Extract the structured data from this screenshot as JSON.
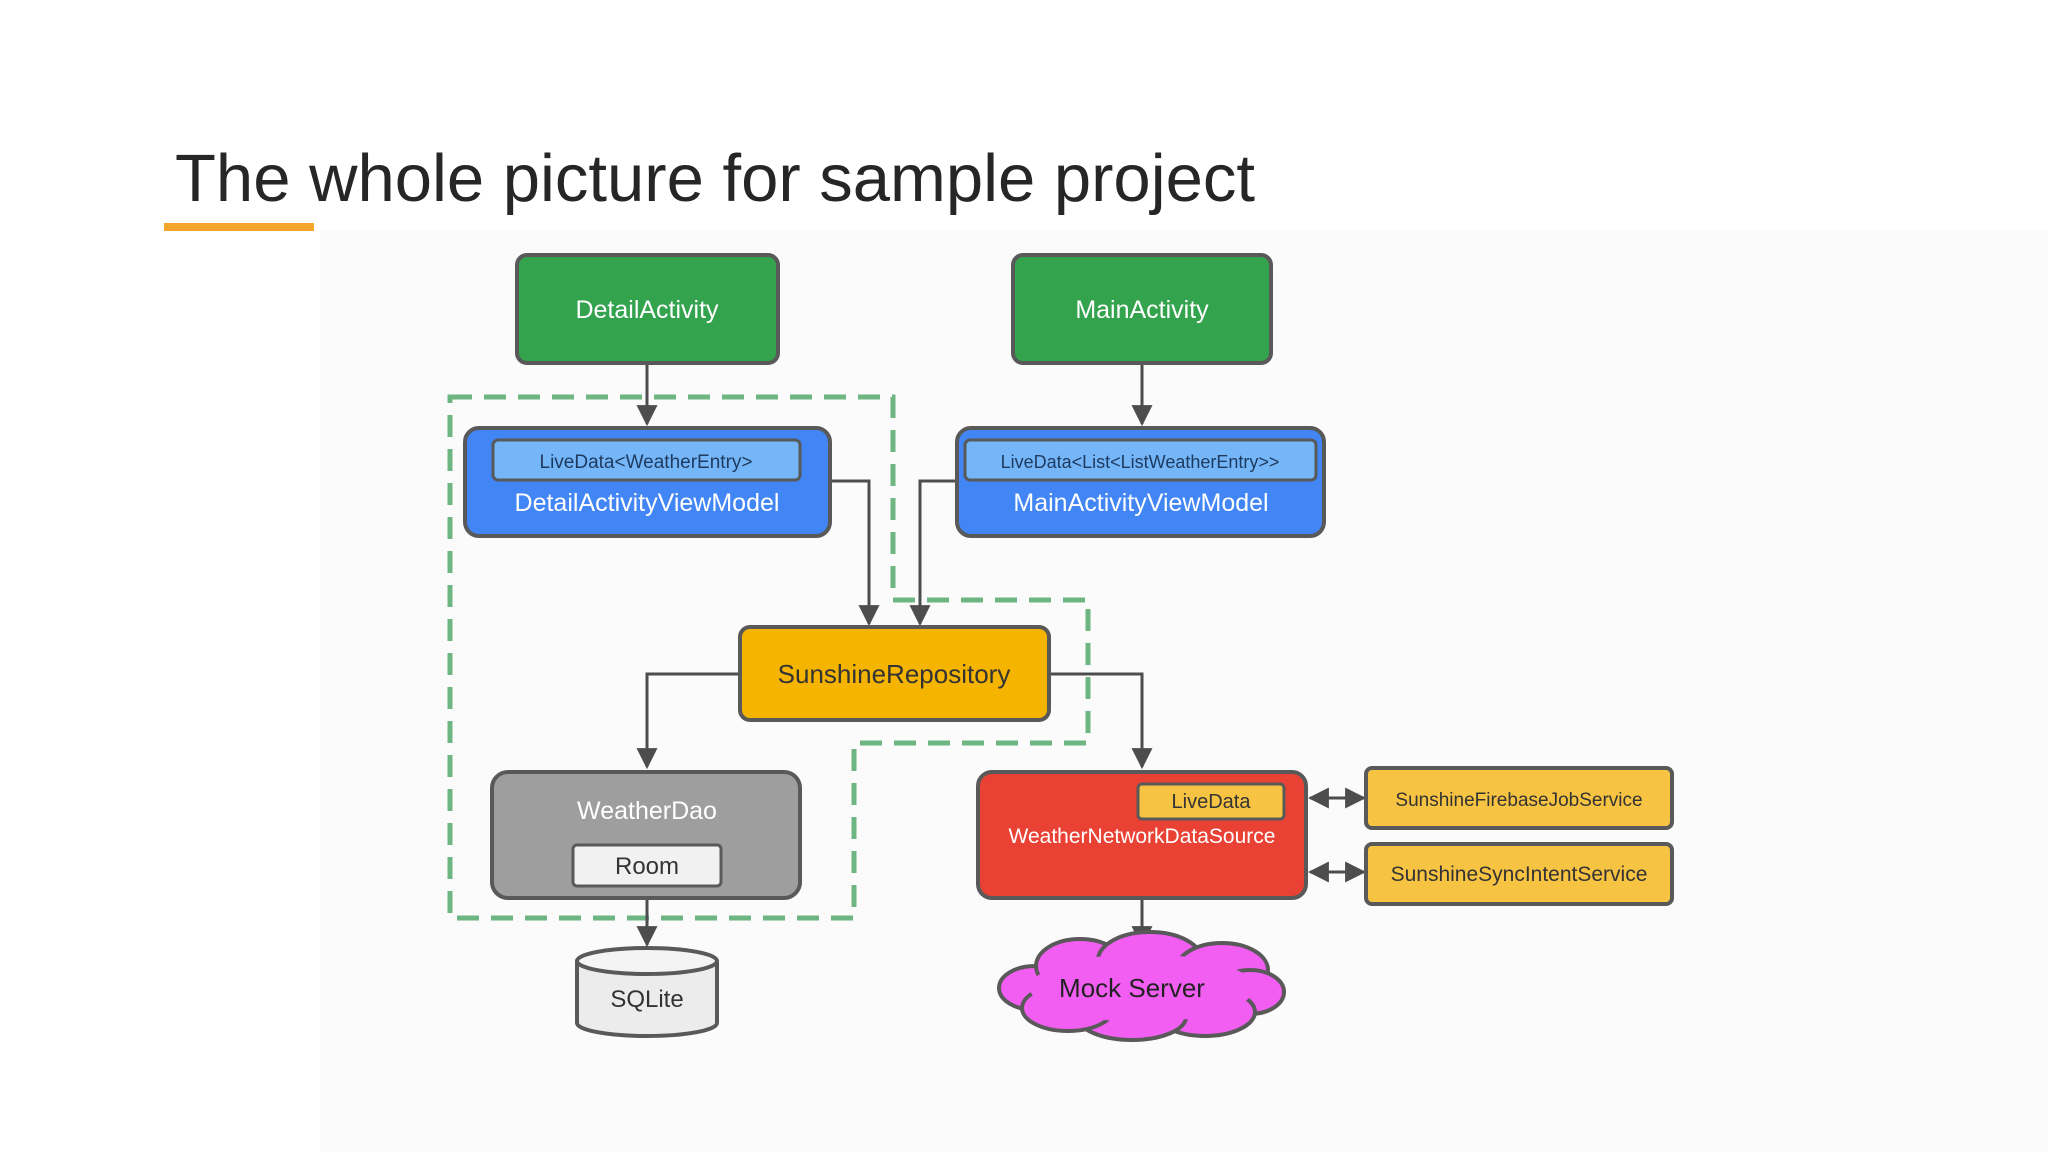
{
  "slide": {
    "title": "The whole picture for sample project",
    "accent_color": "#f4a62a"
  },
  "nodes": {
    "detail_activity": "DetailActivity",
    "main_activity": "MainActivity",
    "detail_livedata": "LiveData<WeatherEntry>",
    "detail_viewmodel": "DetailActivityViewModel",
    "main_livedata": "LiveData<List<ListWeatherEntry>>",
    "main_viewmodel": "MainActivityViewModel",
    "repository": "SunshineRepository",
    "weather_dao": "WeatherDao",
    "room": "Room",
    "sqlite": "SQLite",
    "network_livedata": "LiveData",
    "network_datasource": "WeatherNetworkDataSource",
    "firebase_job_service": "SunshineFirebaseJobService",
    "sync_intent_service": "SunshineSyncIntentService",
    "mock_server": "Mock Server"
  },
  "colors": {
    "activity_green": "#34a34e",
    "viewmodel_blue": "#4285f4",
    "livedata_light_blue": "#74b6f8",
    "repository_orange": "#f5b400",
    "dao_gray": "#9e9e9e",
    "network_red": "#e94235",
    "service_yellow": "#f6c342",
    "mock_server_magenta": "#f25ef1",
    "dashed_boundary_green": "#6db681",
    "outline_dark": "#595959"
  }
}
